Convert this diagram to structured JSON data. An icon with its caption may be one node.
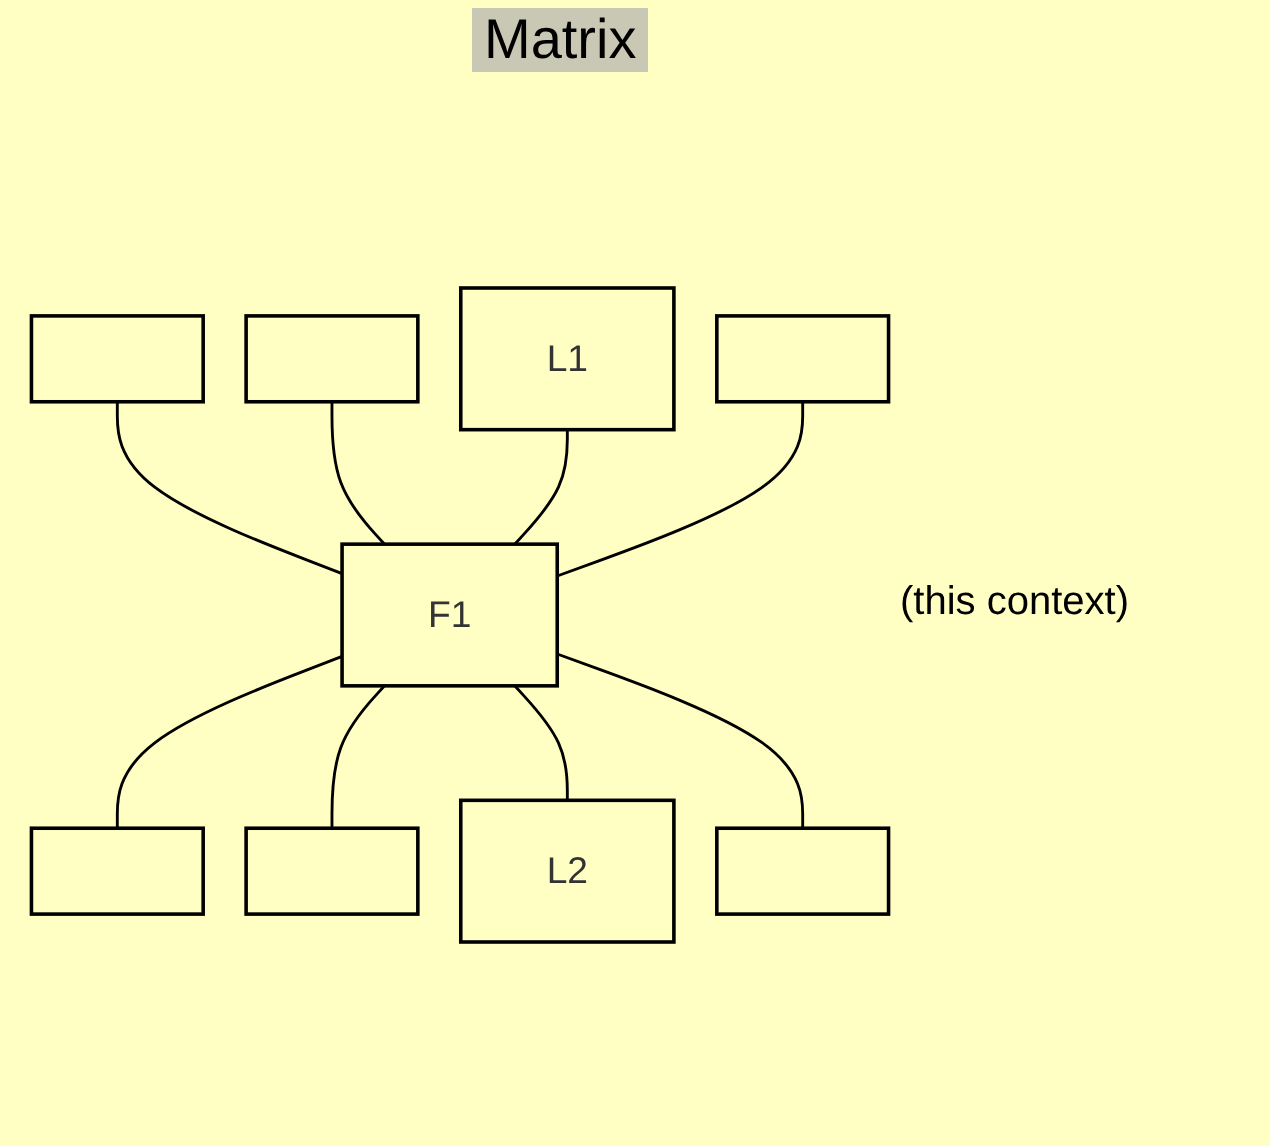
{
  "diagram": {
    "title": "Matrix",
    "nodes": [
      {
        "text": [],
        "shape": "box"
      },
      {
        "text": [],
        "shape": "box"
      },
      {
        "text": [
          "L1"
        ]
      },
      {
        "text": [],
        "shape": "box"
      },
      {
        "text": [
          "F1"
        ]
      },
      {
        "text": [],
        "shape": "box"
      },
      {
        "text": [],
        "shape": "box"
      },
      {
        "text": [
          "L2"
        ]
      },
      {
        "text": [],
        "shape": "box"
      }
    ],
    "edges": [
      {
        "from": 0,
        "to": 4,
        "arrow": "none"
      },
      {
        "from": 1,
        "to": 4,
        "arrow": "none"
      },
      {
        "from": 2,
        "to": 4,
        "arrow": "none"
      },
      {
        "from": 3,
        "to": 4,
        "arrow": "none"
      },
      {
        "from": 4,
        "to": 5,
        "arrow": "none"
      },
      {
        "from": 4,
        "to": 6,
        "arrow": "none"
      },
      {
        "from": 4,
        "to": 7,
        "arrow": "none"
      },
      {
        "from": 4,
        "to": 8,
        "arrow": "none"
      }
    ],
    "labels": [
      "(this context)"
    ]
  }
}
